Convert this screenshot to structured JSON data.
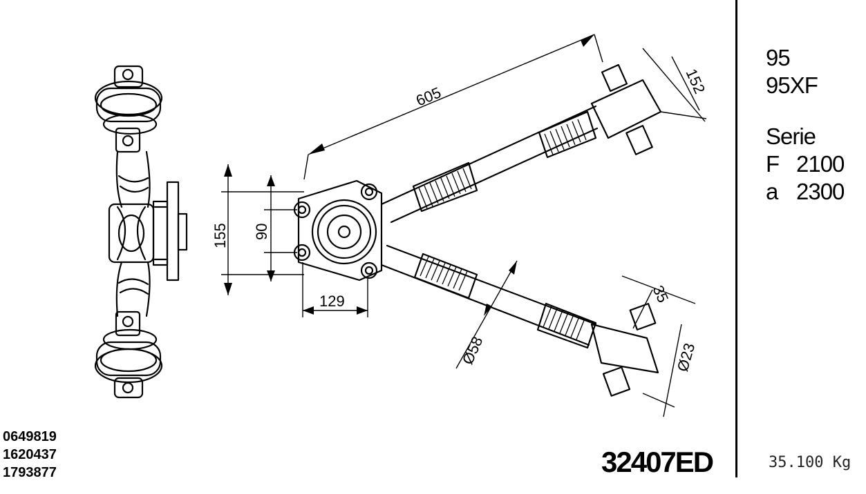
{
  "models": [
    "95",
    "95XF"
  ],
  "serie": {
    "label": "Serie",
    "rows": [
      {
        "prefix": "F",
        "value": "2100"
      },
      {
        "prefix": "a",
        "value": "2300"
      }
    ]
  },
  "part_refs": [
    "0649819",
    "1620437",
    "1793877"
  ],
  "part_code": "32407ED",
  "weight": "35.100 Kg",
  "dimensions": {
    "arm_length": "605",
    "end_height": "152",
    "mount_height": "155",
    "bolt_spacing": "90",
    "mount_width": "129",
    "tube_diameter": "Ø58",
    "pin_length": "35",
    "pin_diameter": "Ø23"
  }
}
